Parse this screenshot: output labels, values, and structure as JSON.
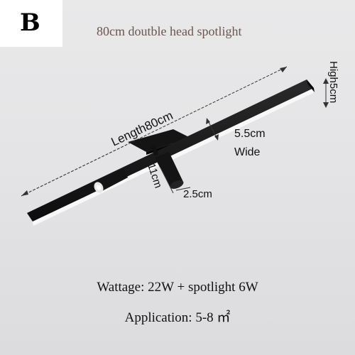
{
  "variant": {
    "letter": "B"
  },
  "header": {
    "title": "80cm doutble head spotlight"
  },
  "dimensions": {
    "length": "Length80cm",
    "height": "High5cm",
    "width_value": "5.5cm",
    "width_word": "Wide",
    "spot_length": "11cm",
    "spot_diameter": "2.5cm"
  },
  "specs": {
    "wattage": "Wattage: 22W + spotlight 6W",
    "application": "Application: 5-8 ㎡"
  },
  "colors": {
    "fixture_body": "#1a1a1a",
    "led_strip": "#ffffff",
    "background": "#e6e6e8",
    "title_text": "#6a5550"
  }
}
